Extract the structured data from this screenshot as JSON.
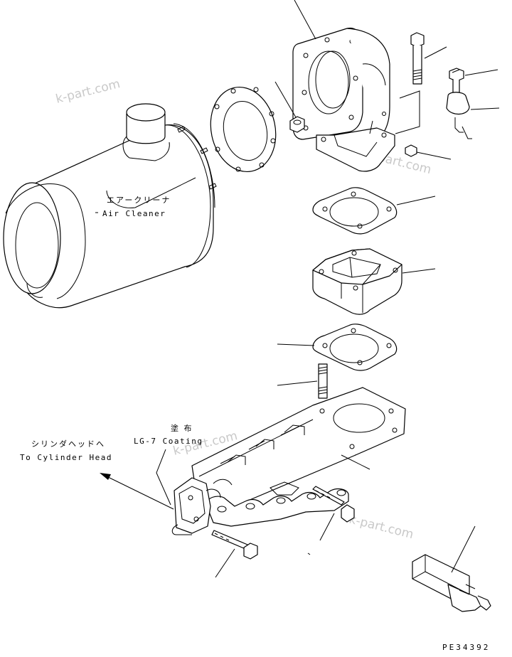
{
  "labels": {
    "air_cleaner_jp": "エアークリーナ",
    "air_cleaner_en": "Air Cleaner",
    "coating_jp": "塗 布",
    "coating_en": "LG-7 Coating",
    "cylinder_head_jp": "シリンダヘッドへ",
    "cylinder_head_en": "To Cylinder Head"
  },
  "watermark": "k-part.com",
  "drawing_number": "PE34392"
}
